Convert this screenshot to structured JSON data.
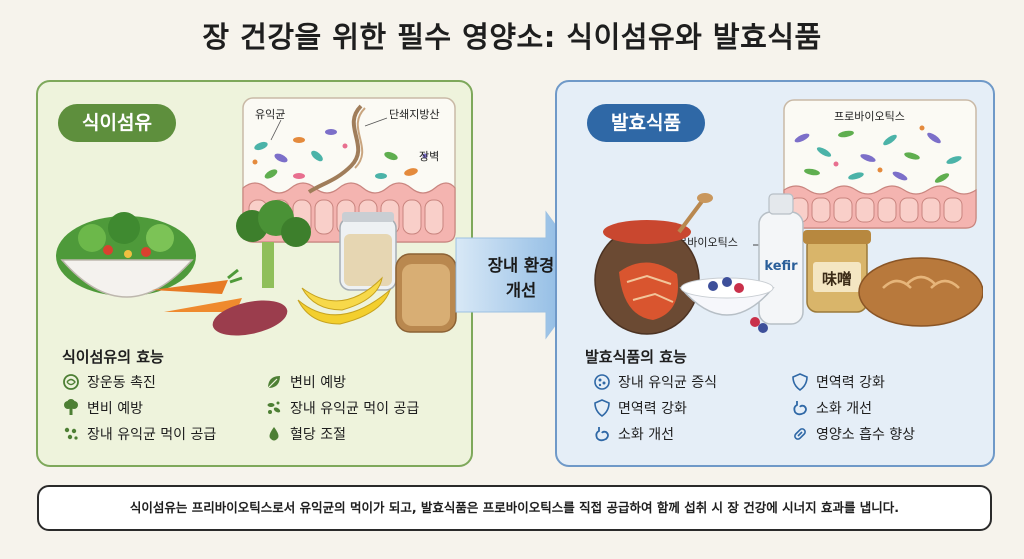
{
  "title": "장 건강을 위한 필수 영양소: 식이섬유와 발효식품",
  "fiber": {
    "label": "식이섬유",
    "micro_labels": {
      "bacteria": "유익균",
      "scfa": "단쇄지방산",
      "wall": "장벽"
    },
    "benefits_title": "식이섬유의 효능",
    "benefits": [
      {
        "icon": "intestine-cycle-icon",
        "text": "장운동 촉진"
      },
      {
        "icon": "leaf-icon",
        "text": "변비 예방"
      },
      {
        "icon": "broccoli-icon",
        "text": "변비 예방"
      },
      {
        "icon": "bacteria-icon",
        "text": "장내 유익균 먹이 공급"
      },
      {
        "icon": "bacteria-cluster-icon",
        "text": "장내 유익균 먹이 공급"
      },
      {
        "icon": "drop-icon",
        "text": "혈당 조절"
      }
    ],
    "colors": {
      "panel": "#eef3dc",
      "border": "#7ea85b",
      "pill": "#5e8f3d"
    }
  },
  "arrow": {
    "line1": "장내 환경",
    "line2": "개선"
  },
  "ferm": {
    "label": "발효식품",
    "micro_labels": {
      "top": "프로바이오틱스",
      "side": "프로바이오틱스"
    },
    "kefir_label": "kefir",
    "miso_label": "味噌",
    "benefits_title": "발효식품의 효능",
    "benefits": [
      {
        "icon": "bacteria-icon",
        "text": "장내 유익균 증식"
      },
      {
        "icon": "shield-icon",
        "text": "면역력 강화"
      },
      {
        "icon": "shield-icon",
        "text": "면역력 강화"
      },
      {
        "icon": "stomach-icon",
        "text": "소화 개선"
      },
      {
        "icon": "stomach-icon",
        "text": "소화 개선"
      },
      {
        "icon": "capsule-icon",
        "text": "영양소 흡수 향상"
      }
    ],
    "colors": {
      "panel": "#e5eef7",
      "border": "#6f99c8",
      "pill": "#2f68a6"
    }
  },
  "summary": "식이섬유는 프리바이오틱스로서 유익균의 먹이가 되고, 발효식품은 프로바이오틱스를 직접 공급하여 함께 섭취 시 장 건강에 시너지 효과를 냅니다."
}
